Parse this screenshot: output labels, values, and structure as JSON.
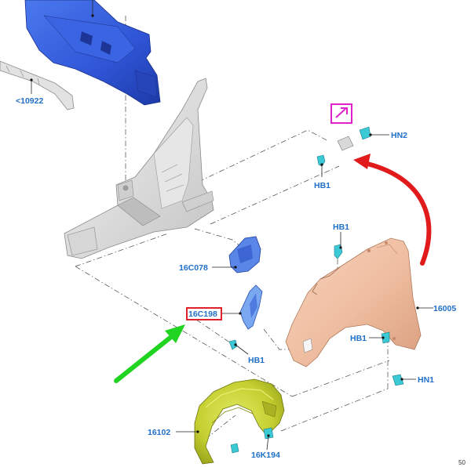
{
  "callouts": {
    "c10922": "<10922",
    "hn2": "HN2",
    "hb1_top": "HB1",
    "hb1_fender_top": "HB1",
    "c16c078": "16C078",
    "c16c198": "16C198",
    "hb1_bracket": "HB1",
    "c16005": "16005",
    "hb1_fender_lower": "HB1",
    "hn1": "HN1",
    "c16102": "16102",
    "c16k194": "16K194"
  },
  "page_number": "50",
  "colors": {
    "callout_text": "#1f6fc9",
    "cowl_blue": "#2f55d6",
    "fender_peach": "#f0bfa2",
    "liner_yellow": "#c9d43a",
    "bracket_blue": "#5a86e8",
    "clip_teal": "#3cc9d6",
    "arrow_red": "#e11b1b",
    "arrow_green": "#22d422",
    "highlight_red": "#e0202a",
    "magenta_box": "#e020c8"
  },
  "icons": {
    "view_box": "zoom-arrow-icon"
  }
}
